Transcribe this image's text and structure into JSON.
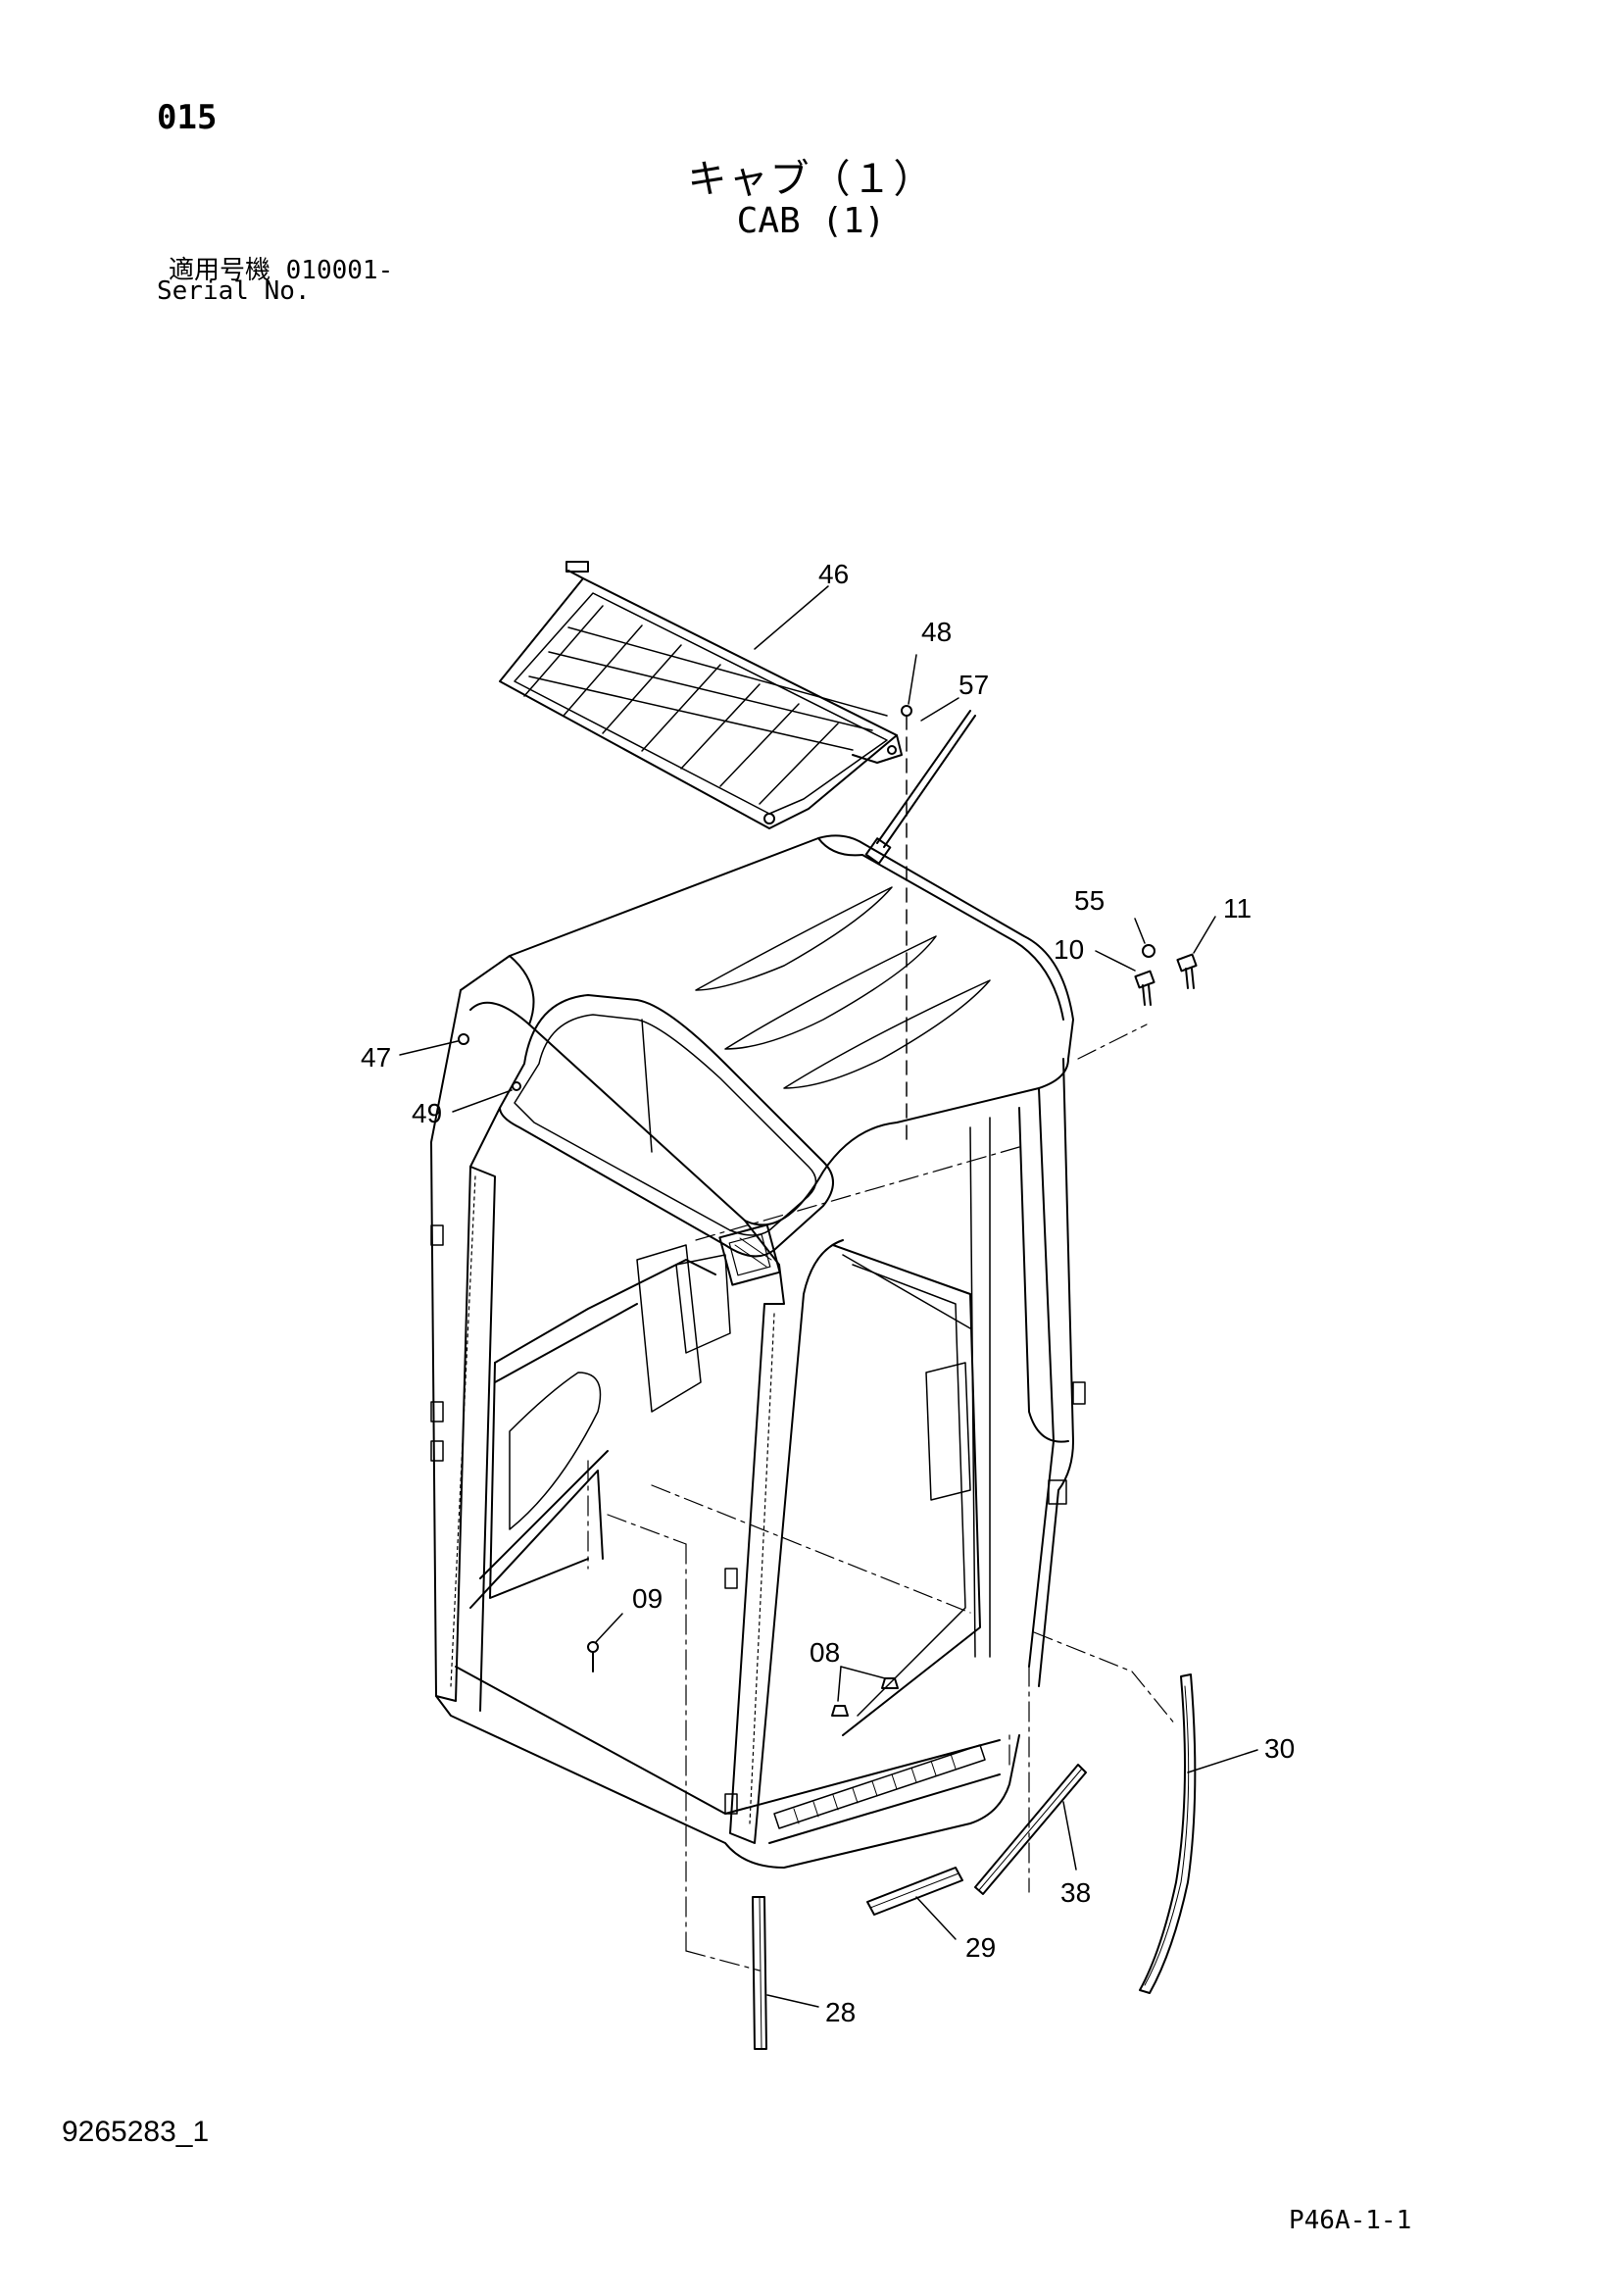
{
  "header": {
    "page_number": "015",
    "title_ja": "キャブ（１）",
    "title_en": "CAB (1)",
    "serial_label_ja": "適用号機 010001-",
    "serial_label_en": "Serial No."
  },
  "footer": {
    "document_id": "9265283_1",
    "page_reference": "P46A-1-1"
  },
  "callouts": [
    {
      "id": "c46",
      "label": "46"
    },
    {
      "id": "c48",
      "label": "48"
    },
    {
      "id": "c57",
      "label": "57"
    },
    {
      "id": "c55",
      "label": "55"
    },
    {
      "id": "c11",
      "label": "11"
    },
    {
      "id": "c10",
      "label": "10"
    },
    {
      "id": "c47",
      "label": "47"
    },
    {
      "id": "c49",
      "label": "49"
    },
    {
      "id": "c09",
      "label": "09"
    },
    {
      "id": "c08",
      "label": "08"
    },
    {
      "id": "c30",
      "label": "30"
    },
    {
      "id": "c38",
      "label": "38"
    },
    {
      "id": "c29",
      "label": "29"
    },
    {
      "id": "c28",
      "label": "28"
    }
  ]
}
